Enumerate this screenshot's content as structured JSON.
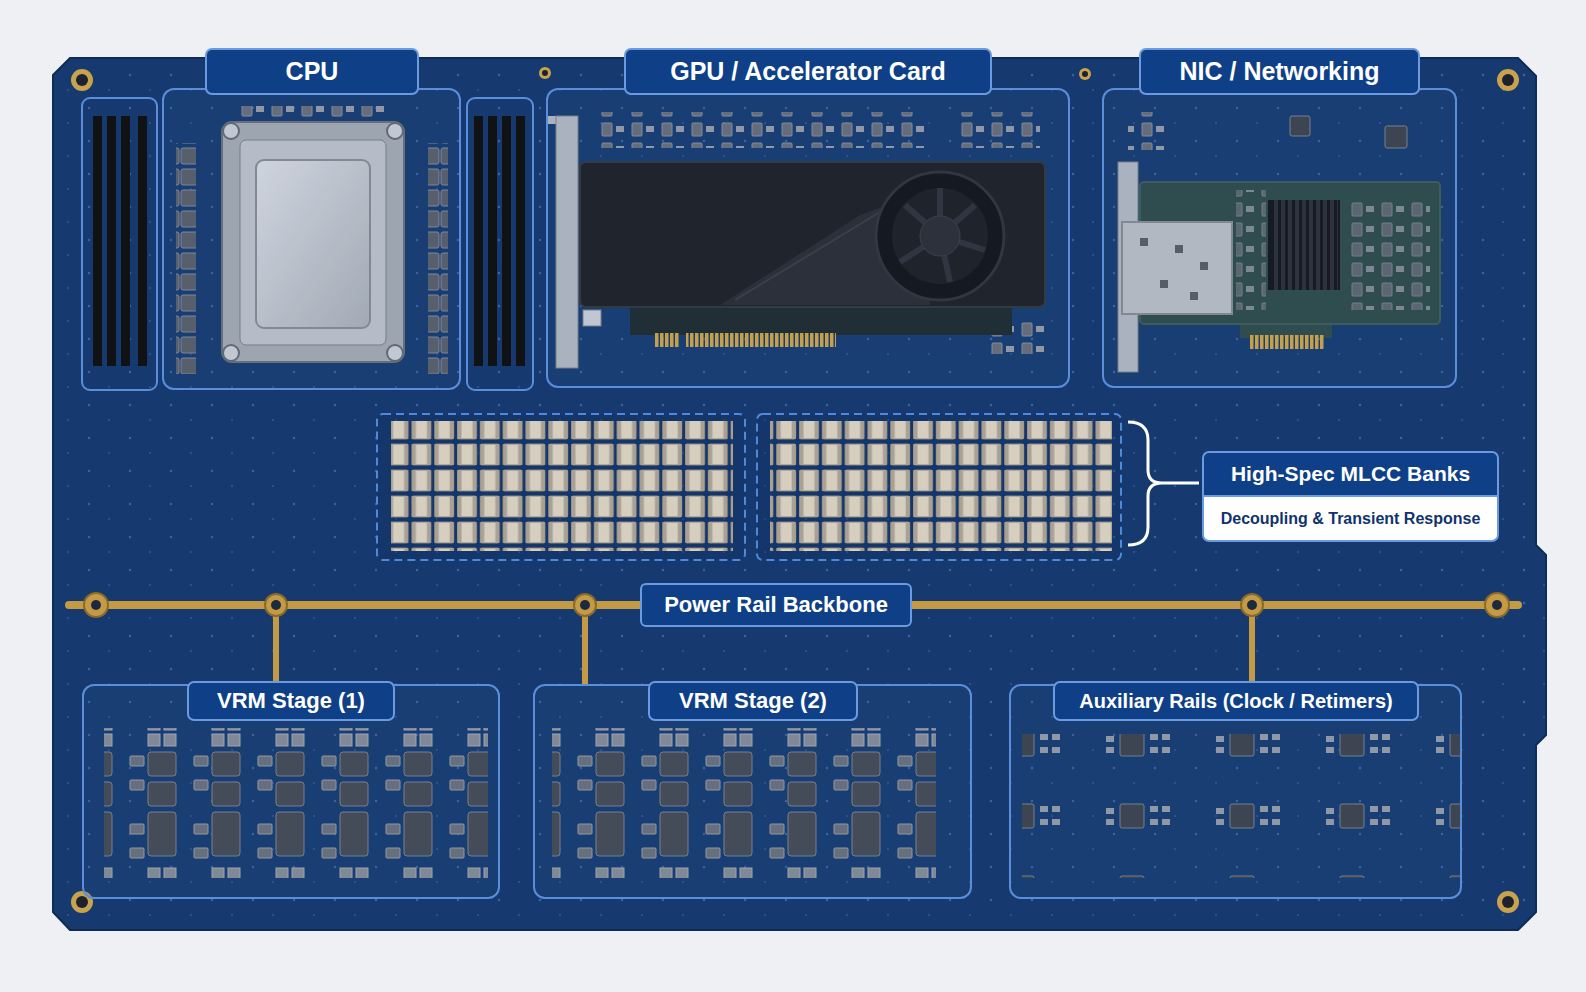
{
  "diagram": {
    "nodes": [
      {
        "text": [
          "CPU"
        ]
      },
      {
        "text": [
          "GPU / Accelerator Card"
        ]
      },
      {
        "text": [
          "NIC / Networking"
        ]
      },
      {
        "text": [
          "High-Spec MLCC Banks",
          "Decoupling & Transient Response"
        ]
      },
      {
        "text": [
          "Power Rail Backbone"
        ]
      },
      {
        "text": [
          "VRM Stage (1)"
        ]
      },
      {
        "text": [
          "VRM Stage (2)"
        ]
      },
      {
        "text": [
          "Auxiliary Rails (Clock / Retimers)"
        ]
      }
    ],
    "edges": [
      {
        "from": 4,
        "to": 5,
        "arrow": "none"
      },
      {
        "from": 4,
        "to": 6,
        "arrow": "none"
      },
      {
        "from": 4,
        "to": 7,
        "arrow": "none"
      }
    ]
  }
}
